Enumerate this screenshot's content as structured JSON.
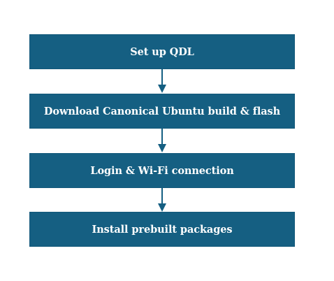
{
  "flowchart": {
    "steps": [
      {
        "label": "Set up QDL"
      },
      {
        "label": "Download Canonical Ubuntu build & flash"
      },
      {
        "label": "Login & Wi-Fi connection"
      },
      {
        "label": "Install prebuilt packages"
      }
    ]
  },
  "colors": {
    "box_fill": "#155f82",
    "box_text": "#ffffff",
    "arrow": "#155f82",
    "background": "#ffffff"
  }
}
